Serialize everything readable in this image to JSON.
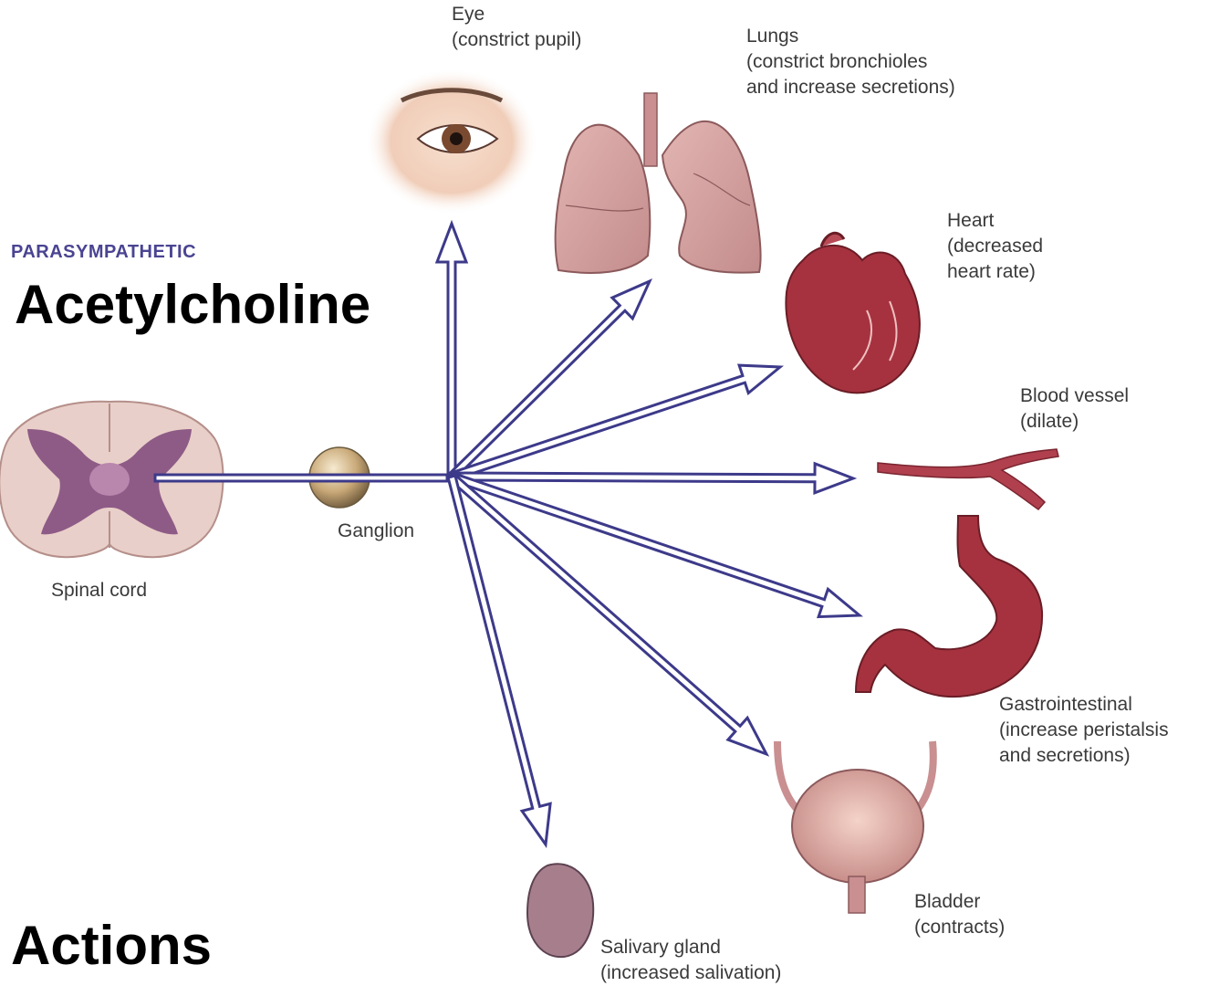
{
  "header": {
    "category": "PARASYMPATHETIC",
    "neurotransmitter": "Acetylcholine",
    "footer": "Actions"
  },
  "source": {
    "spinal_cord": "Spinal cord",
    "ganglion": "Ganglion"
  },
  "targets": {
    "eye": {
      "name": "Eye",
      "action": "(constrict pupil)"
    },
    "lungs": {
      "name": "Lungs",
      "action_line1": "(constrict bronchioles",
      "action_line2": "and increase secretions)"
    },
    "heart": {
      "name": "Heart",
      "action_line1": "(decreased",
      "action_line2": "heart rate)"
    },
    "blood_vessel": {
      "name": "Blood vessel",
      "action": "(dilate)"
    },
    "gastrointestinal": {
      "name": "Gastrointestinal",
      "action_line1": "(increase peristalsis",
      "action_line2": "and secretions)"
    },
    "bladder": {
      "name": "Bladder",
      "action": "(contracts)"
    },
    "salivary_gland": {
      "name": "Salivary gland",
      "action": "(increased salivation)"
    }
  },
  "colors": {
    "arrow_outline": "#3d3a8a",
    "category_text": "#4a4492",
    "organ": "#c98f91",
    "organ_dark": "#a6323f"
  }
}
